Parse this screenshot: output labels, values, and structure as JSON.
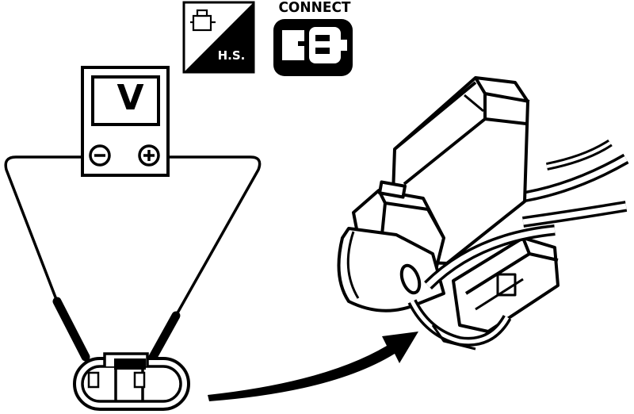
{
  "badges": {
    "hs_label": "H.S.",
    "connect_label": "CONNECT"
  },
  "meter": {
    "display": "V",
    "neg_terminal": "−",
    "pos_terminal": "+"
  },
  "colors": {
    "ink": "#000000",
    "paper": "#ffffff"
  },
  "icons": [
    "hot-state-engine-icon",
    "connector-connected-icon",
    "voltmeter-icon",
    "curved-arrow-icon"
  ]
}
